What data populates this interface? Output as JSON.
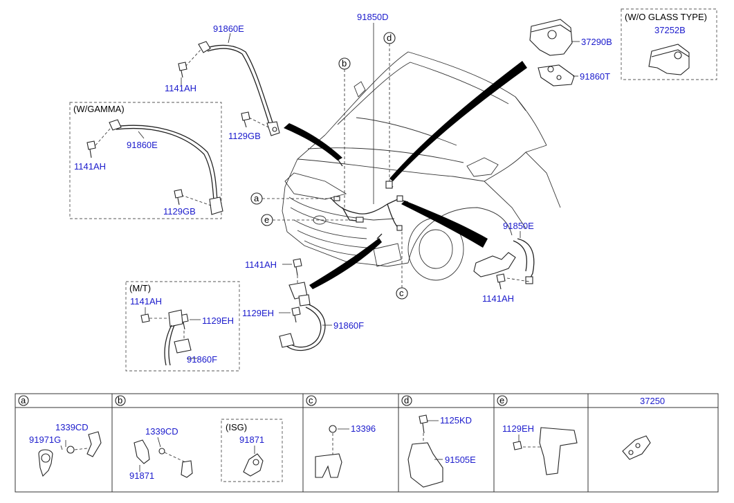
{
  "parts": {
    "cable_91860E_top": "91860E",
    "bolt_1141AH_top": "1141AH",
    "bolt_1129GB_top": "1129GB",
    "gamma_group": "(W/GAMMA)",
    "gamma_cable": "91860E",
    "gamma_1141AH": "1141AH",
    "gamma_1129GB": "1129GB",
    "harness_91850D": "91850D",
    "callout_a": "a",
    "callout_b": "b",
    "callout_c": "c",
    "callout_d": "d",
    "callout_e": "e",
    "cover_37290B": "37290B",
    "cable_91860T": "91860T",
    "wo_glass_group": "(W/O GLASS TYPE)",
    "cover_37252B": "37252B",
    "harness_91850E": "91850E",
    "bolt_1141AH_right": "1141AH",
    "bolt_1141AH_mid": "1141AH",
    "bolt_1129EH_mid": "1129EH",
    "cable_91860F": "91860F",
    "mt_group": "(M/T)",
    "mt_1141AH": "1141AH",
    "mt_1129EH": "1129EH",
    "mt_91860F": "91860F"
  },
  "table": {
    "headers": [
      "a",
      "b",
      "c",
      "d",
      "e",
      "37250"
    ],
    "cell_a": {
      "p1": "1339CD",
      "p2": "91971G"
    },
    "cell_b": {
      "p1": "1339CD",
      "p2": "91871",
      "isg_group": "(ISG)",
      "isg_part": "91871"
    },
    "cell_c": {
      "p1": "13396"
    },
    "cell_d": {
      "p1": "1125KD",
      "p2": "91505E"
    },
    "cell_e": {
      "p1": "1129EH"
    }
  }
}
